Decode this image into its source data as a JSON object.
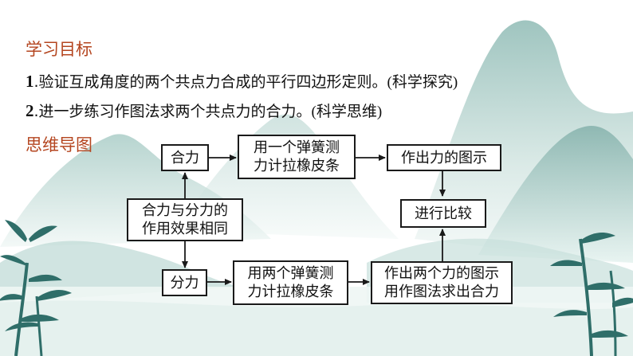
{
  "colors": {
    "heading": "#b4451f",
    "mountain_light": "#cfe3df",
    "mountain_mid": "#a9ccc6",
    "mountain_dark": "#6fa59e",
    "bamboo": "#2f6e69",
    "box_border": "#1a1a1a"
  },
  "headings": {
    "objectives": "学习目标",
    "mindmap": "思维导图"
  },
  "objectives": [
    {
      "num": "1",
      "text": ".验证互成角度的两个共点力合成的平行四边形定则。",
      "tag": "(科学探究)"
    },
    {
      "num": "2",
      "text": ".进一步练习作图法求两个共点力的合力。",
      "tag": "(科学思维)"
    }
  ],
  "mindmap": {
    "center": {
      "line1": "合力与分力的",
      "line2": "作用效果相同"
    },
    "resultant": "合力",
    "components": "分力",
    "one_spring": {
      "line1": "用一个弹簧测",
      "line2": "力计拉橡皮条"
    },
    "two_springs": {
      "line1": "用两个弹簧测",
      "line2": "力计拉橡皮条"
    },
    "draw_force": "作出力的图示",
    "draw_two": {
      "line1": "作出两个力的图示",
      "line2": "用作图法求出合力"
    },
    "compare": "进行比较"
  },
  "icons": [
    "mountain-landscape-background",
    "bamboo-decoration-left",
    "bamboo-decoration-right"
  ]
}
